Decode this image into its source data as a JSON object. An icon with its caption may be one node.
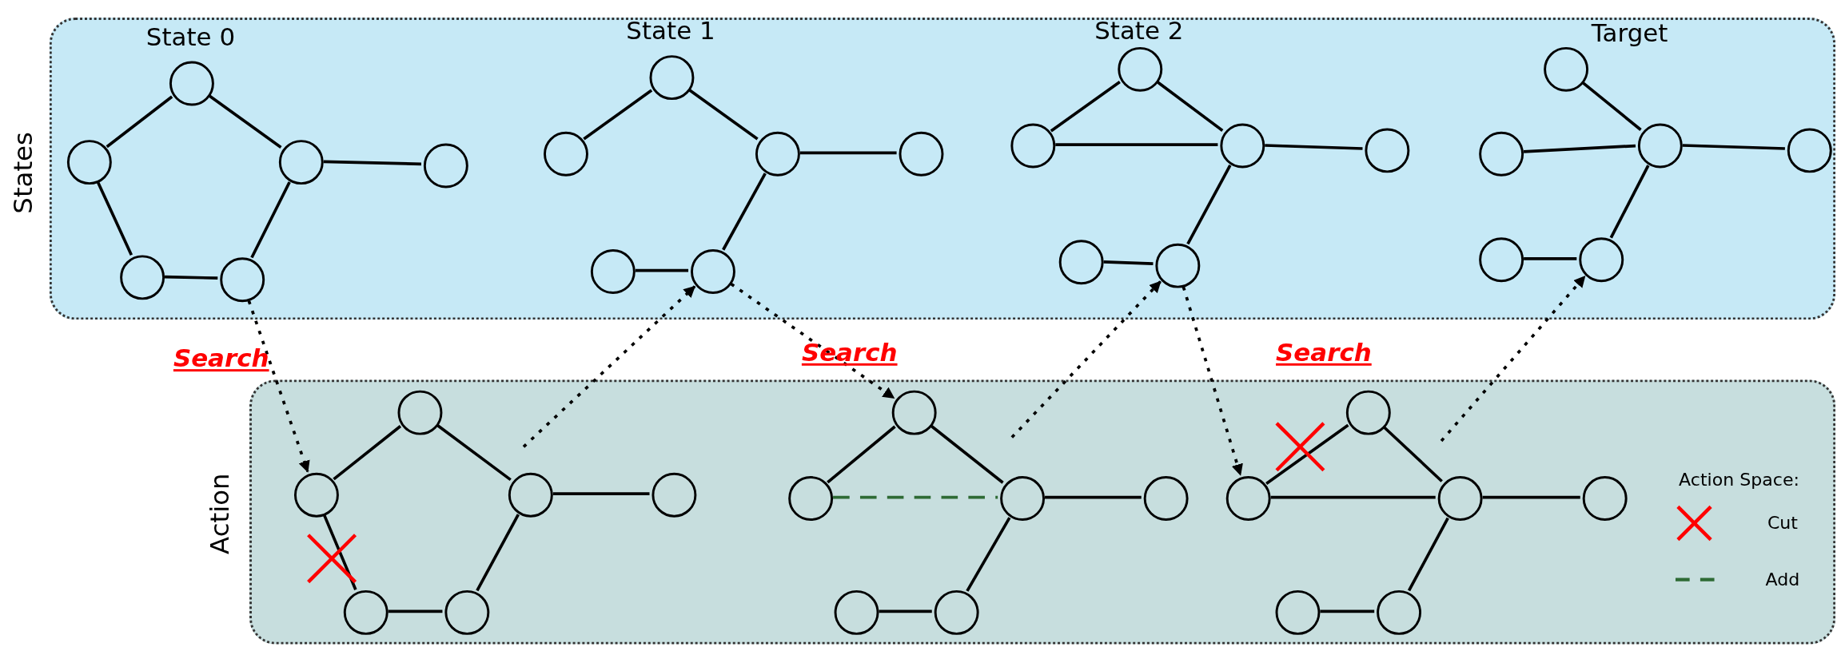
{
  "diagram": {
    "nodes": [
      {
        "text": [
          "States"
        ]
      },
      {
        "text": [],
        "shape": "circle",
        "in": 0
      },
      {
        "text": [],
        "shape": "circle",
        "in": 0
      },
      {
        "text": [],
        "shape": "circle",
        "in": 0
      },
      {
        "text": [],
        "shape": "circle",
        "in": 0
      },
      {
        "text": [],
        "shape": "circle",
        "in": 0
      },
      {
        "text": [],
        "shape": "circle",
        "in": 0
      },
      {
        "text": [],
        "shape": "circle",
        "in": 0
      },
      {
        "text": [],
        "shape": "circle",
        "in": 0
      },
      {
        "text": [],
        "shape": "circle",
        "in": 0
      },
      {
        "text": [],
        "shape": "circle",
        "in": 0
      },
      {
        "text": [],
        "shape": "circle",
        "in": 0
      },
      {
        "text": [],
        "shape": "circle",
        "in": 0
      },
      {
        "text": [],
        "shape": "circle",
        "in": 0
      },
      {
        "text": [],
        "shape": "circle",
        "in": 0
      },
      {
        "text": [],
        "shape": "circle",
        "in": 0
      },
      {
        "text": [],
        "shape": "circle",
        "in": 0
      },
      {
        "text": [],
        "shape": "circle",
        "in": 0
      },
      {
        "text": [],
        "shape": "circle",
        "in": 0
      },
      {
        "text": [],
        "shape": "circle",
        "in": 0
      },
      {
        "text": [],
        "shape": "circle",
        "in": 0
      },
      {
        "text": [],
        "shape": "circle",
        "in": 0
      },
      {
        "text": [],
        "shape": "circle",
        "in": 0
      },
      {
        "text": [],
        "shape": "circle",
        "in": 0
      },
      {
        "text": [],
        "shape": "circle",
        "in": 0
      },
      {
        "text": [
          "Action"
        ]
      },
      {
        "text": [],
        "shape": "circle",
        "in": 25
      },
      {
        "text": [],
        "shape": "circle",
        "in": 25
      },
      {
        "text": [],
        "shape": "circle",
        "in": 25
      },
      {
        "text": [],
        "shape": "circle",
        "in": 25
      },
      {
        "text": [],
        "shape": "circle",
        "in": 25
      },
      {
        "text": [],
        "shape": "circle",
        "in": 25
      },
      {
        "text": [],
        "shape": "circle",
        "in": 25
      },
      {
        "text": [],
        "shape": "circle",
        "in": 25
      },
      {
        "text": [],
        "shape": "circle",
        "in": 25
      },
      {
        "text": [],
        "shape": "circle",
        "in": 25
      },
      {
        "text": [],
        "shape": "circle",
        "in": 25
      },
      {
        "text": [],
        "shape": "circle",
        "in": 25
      },
      {
        "text": [],
        "shape": "circle",
        "in": 25
      },
      {
        "text": [],
        "shape": "circle",
        "in": 25
      },
      {
        "text": [],
        "shape": "circle",
        "in": 25
      },
      {
        "text": [],
        "shape": "circle",
        "in": 25
      },
      {
        "text": [],
        "shape": "circle",
        "in": 25
      },
      {
        "text": [],
        "shape": "circle",
        "in": 25
      }
    ],
    "edges": [
      {
        "from": 1,
        "to": 2,
        "arrow": "none"
      },
      {
        "from": 1,
        "to": 3,
        "arrow": "none"
      },
      {
        "from": 2,
        "to": 5,
        "arrow": "none"
      },
      {
        "from": 5,
        "to": 6,
        "arrow": "none"
      },
      {
        "from": 6,
        "to": 3,
        "arrow": "none"
      },
      {
        "from": 3,
        "to": 4,
        "arrow": "none"
      },
      {
        "from": 7,
        "to": 8,
        "arrow": "none"
      },
      {
        "from": 7,
        "to": 9,
        "arrow": "none"
      },
      {
        "from": 9,
        "to": 10,
        "arrow": "none"
      },
      {
        "from": 9,
        "to": 12,
        "arrow": "none"
      },
      {
        "from": 12,
        "to": 11,
        "arrow": "none"
      },
      {
        "from": 13,
        "to": 14,
        "arrow": "none"
      },
      {
        "from": 13,
        "to": 15,
        "arrow": "none"
      },
      {
        "from": 14,
        "to": 15,
        "arrow": "none"
      },
      {
        "from": 15,
        "to": 16,
        "arrow": "none"
      },
      {
        "from": 15,
        "to": 18,
        "arrow": "none"
      },
      {
        "from": 18,
        "to": 17,
        "arrow": "none"
      },
      {
        "from": 19,
        "to": 21,
        "arrow": "none"
      },
      {
        "from": 20,
        "to": 21,
        "arrow": "none"
      },
      {
        "from": 21,
        "to": 22,
        "arrow": "none"
      },
      {
        "from": 21,
        "to": 24,
        "arrow": "none"
      },
      {
        "from": 24,
        "to": 23,
        "arrow": "none"
      },
      {
        "from": 26,
        "to": 27,
        "arrow": "none"
      },
      {
        "from": 26,
        "to": 28,
        "arrow": "none"
      },
      {
        "from": 27,
        "to": 30,
        "arrow": "none"
      },
      {
        "from": 30,
        "to": 31,
        "arrow": "none"
      },
      {
        "from": 31,
        "to": 28,
        "arrow": "none"
      },
      {
        "from": 28,
        "to": 29,
        "arrow": "none"
      },
      {
        "from": 32,
        "to": 33,
        "arrow": "none"
      },
      {
        "from": 32,
        "to": 34,
        "arrow": "none"
      },
      {
        "from": 34,
        "to": 35,
        "arrow": "none"
      },
      {
        "from": 34,
        "to": 37,
        "arrow": "none"
      },
      {
        "from": 37,
        "to": 36,
        "arrow": "none"
      },
      {
        "from": 33,
        "to": 34,
        "arrow": "none",
        "style": "dashed",
        "color": "#2e6b35"
      },
      {
        "from": 38,
        "to": 39,
        "arrow": "none"
      },
      {
        "from": 38,
        "to": 40,
        "arrow": "none"
      },
      {
        "from": 39,
        "to": 40,
        "arrow": "none"
      },
      {
        "from": 40,
        "to": 41,
        "arrow": "none"
      },
      {
        "from": 40,
        "to": 43,
        "arrow": "none"
      },
      {
        "from": 43,
        "to": 42,
        "arrow": "none"
      },
      {
        "from": 6,
        "to": 27,
        "arrow": "to",
        "style": "dashed"
      },
      {
        "from": null,
        "to": 12,
        "arrow": "to",
        "style": "dashed"
      },
      {
        "from": 12,
        "to": 32,
        "arrow": "to",
        "style": "dashed"
      },
      {
        "from": null,
        "to": 18,
        "arrow": "to",
        "style": "dashed"
      },
      {
        "from": 18,
        "to": 39,
        "arrow": "to",
        "style": "dashed"
      },
      {
        "from": null,
        "to": 24,
        "arrow": "to",
        "style": "dashed"
      }
    ],
    "labels": [
      "State 0",
      "State 1",
      "State 2",
      "Target",
      "Search",
      "Search",
      "Search",
      "Action Space:"
    ],
    "legend": [
      {
        "text": "Cut"
      },
      {
        "text": "Add"
      }
    ]
  }
}
